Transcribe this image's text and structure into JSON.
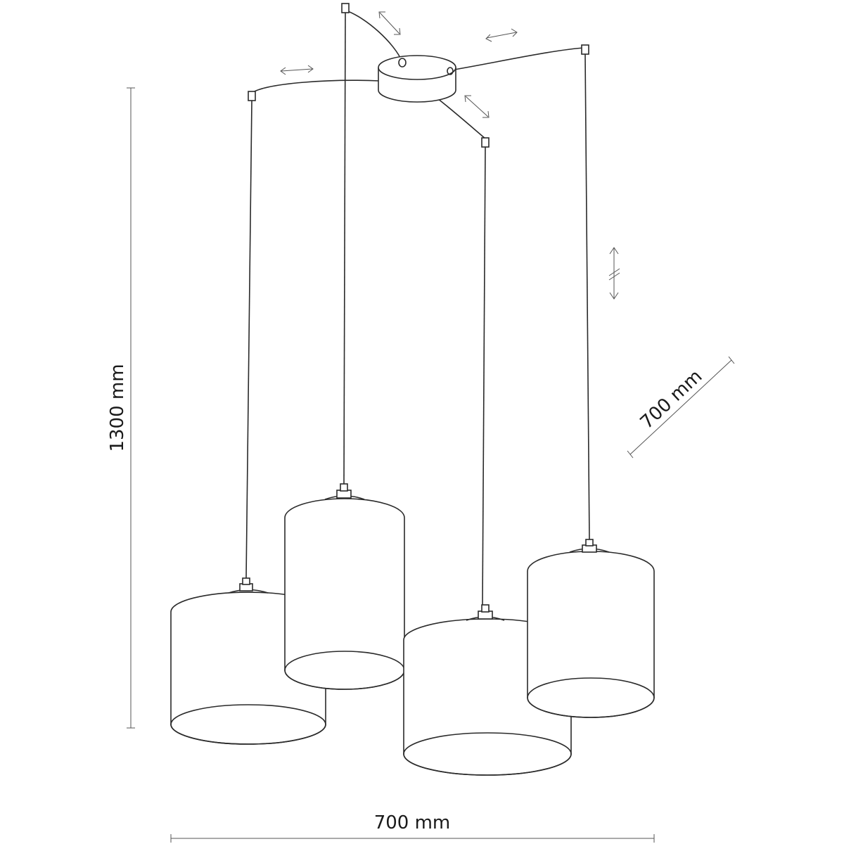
{
  "dimensions": {
    "height": "1300 mm",
    "width": "700 mm",
    "depth": "700 mm"
  },
  "colors": {
    "line": "#2a2a2a",
    "background": "#ffffff"
  },
  "icons": {
    "adjust_arrow": "double-arrow-icon",
    "cable_length_adjust": "vertical-adjust-icon"
  }
}
